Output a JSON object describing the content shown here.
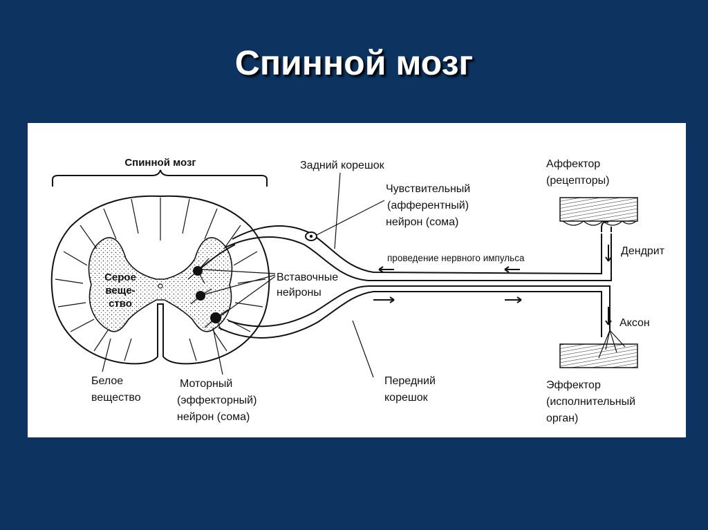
{
  "slide": {
    "title": "Спинной мозг",
    "colors": {
      "background": "#0d3461",
      "panel": "#ffffff",
      "ink": "#111111"
    }
  },
  "diagram": {
    "spinal_cord_bracket": "Спинной мозг",
    "gray_matter": [
      "Серое",
      "веще-",
      "ство"
    ],
    "white_matter": [
      "Белое",
      "вещество"
    ],
    "motor_neuron": [
      "Моторный",
      "(эффекторный)",
      "нейрон (сома)"
    ],
    "interneurons": [
      "Вставочные",
      "нейроны"
    ],
    "posterior_root": "Задний корешок",
    "sensory_neuron": [
      "Чувствительный",
      "(афферентный)",
      "нейрон (сома)"
    ],
    "impulse_conduction": "проведение нервного импульса",
    "anterior_root": [
      "Передний",
      "корешок"
    ],
    "afferent_receptor": [
      "Аффектор",
      "(рецепторы)"
    ],
    "dendrite": "Дендрит",
    "axon": "Аксон",
    "effector": [
      "Эффектор",
      "(исполнительный",
      "орган)"
    ]
  }
}
